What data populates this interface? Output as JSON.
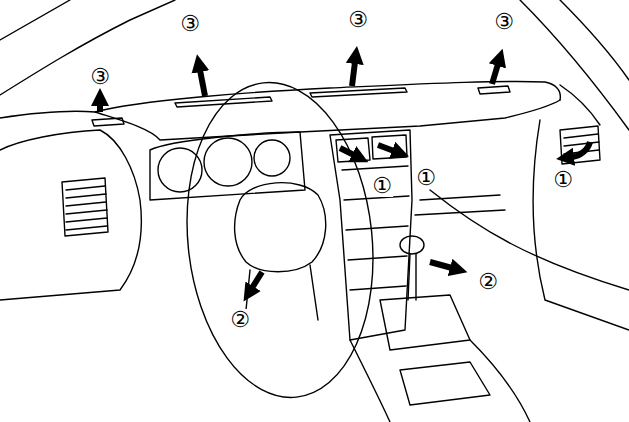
{
  "diagram": {
    "labels": [
      "③",
      "③",
      "③",
      "③",
      "①",
      "①",
      "①",
      "②",
      "②"
    ]
  }
}
